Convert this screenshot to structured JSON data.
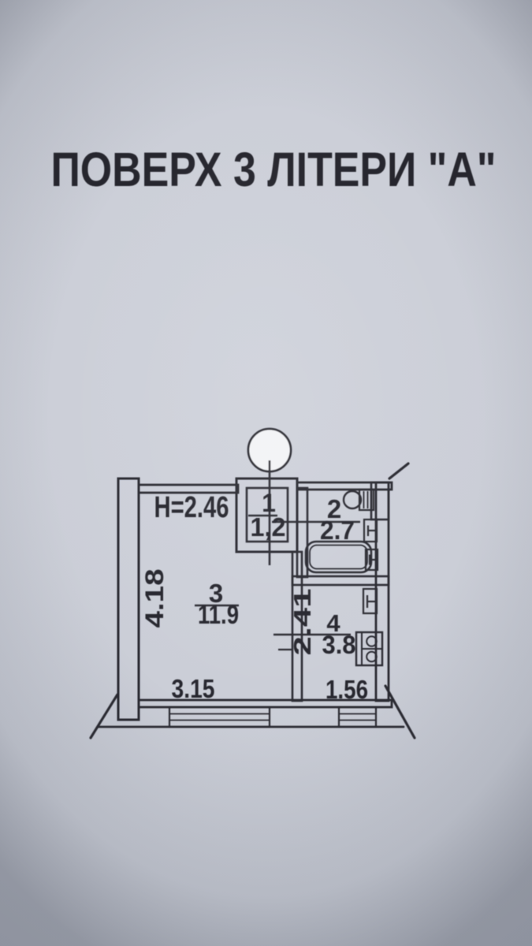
{
  "document": {
    "title": "ПОВЕРХ 3 ЛІТЕРИ \"А\""
  },
  "floor_plan": {
    "height_label": "H=2.46",
    "rooms": [
      {
        "number": "1",
        "area": "1,2"
      },
      {
        "number": "2",
        "area": "2.7"
      },
      {
        "number": "3",
        "area": "11.9"
      },
      {
        "number": "4",
        "area": "3.8"
      }
    ],
    "dims": {
      "room3_width": "3.15",
      "room3_depth": "4.18",
      "room4_width": "1.56",
      "room4_depth": "2.41"
    },
    "colors": {
      "paper": "#c9ccd5",
      "ink": "#26262d"
    }
  }
}
